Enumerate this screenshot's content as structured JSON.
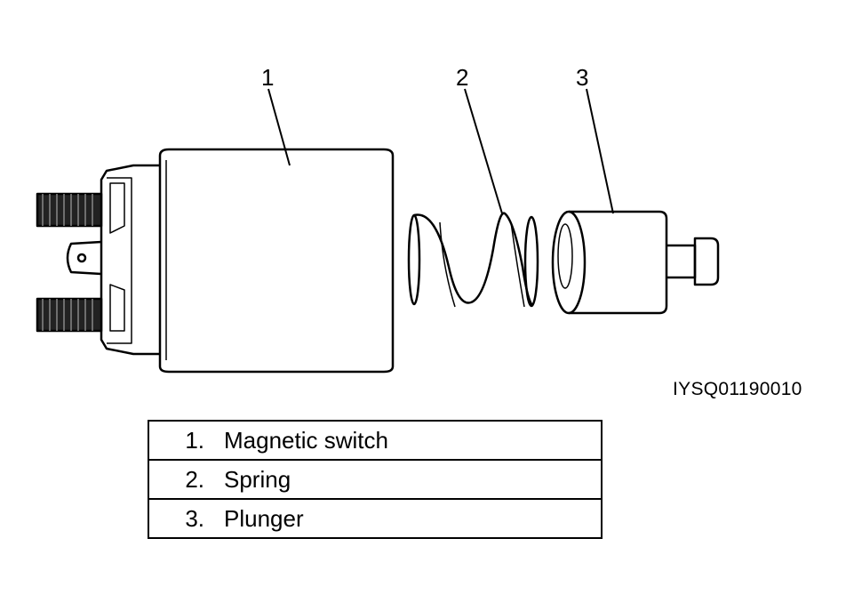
{
  "callouts": [
    "1",
    "2",
    "3"
  ],
  "figure_code": "IYSQ01190010",
  "legend": [
    {
      "number": "1.",
      "label": "Magnetic switch"
    },
    {
      "number": "2.",
      "label": "Spring"
    },
    {
      "number": "3.",
      "label": "Plunger"
    }
  ]
}
